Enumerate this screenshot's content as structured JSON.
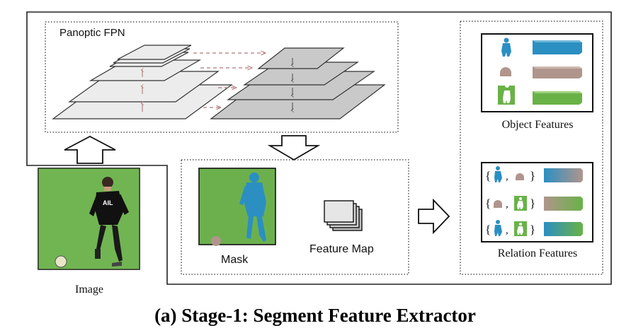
{
  "diagram": {
    "fpn_label": "Panoptic FPN",
    "image_label": "Image",
    "mask_label": "Mask",
    "feature_map_label": "Feature Map",
    "object_features_label": "Object Features",
    "relation_features_label": "Relation Features",
    "caption": "(a) Stage-1: Segment Feature Extractor",
    "relation_brace_open": "{",
    "relation_comma": ",",
    "relation_brace_close": "}",
    "colors": {
      "blue": "#2b8fc2",
      "tan": "#b0958c",
      "green": "#69b247",
      "field_green": "#6cb04e",
      "outline": "#222222",
      "layer_light": "#e8e8e8",
      "layer_dark": "#c9c9c9",
      "dashed_arrow": "#b07a7a"
    },
    "icons": {
      "player": "player-silhouette-icon",
      "ball": "ball-icon",
      "field": "field-with-player-icon",
      "stack": "feature-map-stack-icon"
    }
  }
}
